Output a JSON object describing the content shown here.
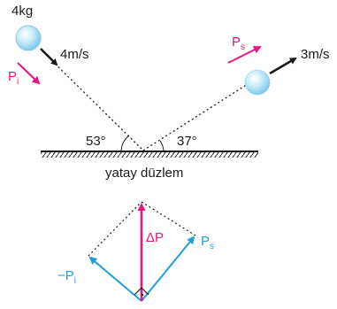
{
  "diagram": {
    "ball_left": {
      "mass_label": "4kg",
      "speed_label": "4m/s",
      "momentum_symbol": "P",
      "momentum_subscript": "i"
    },
    "ball_right": {
      "speed_label": "3m/s",
      "momentum_symbol": "P",
      "momentum_subscript": "s"
    },
    "angles": {
      "left": "53°",
      "right": "37°"
    },
    "surface_label": "yatay düzlem",
    "vector_diagram": {
      "delta_p_label": "ΔP",
      "ps_symbol": "P",
      "ps_subscript": "s",
      "neg_pi_symbol": "−P",
      "neg_pi_subscript": "i"
    },
    "colors": {
      "magenta": "#e6157f",
      "cyan": "#1e9fd8",
      "black": "#1a1a1a",
      "ball_fill": "#a9dcf2"
    }
  }
}
